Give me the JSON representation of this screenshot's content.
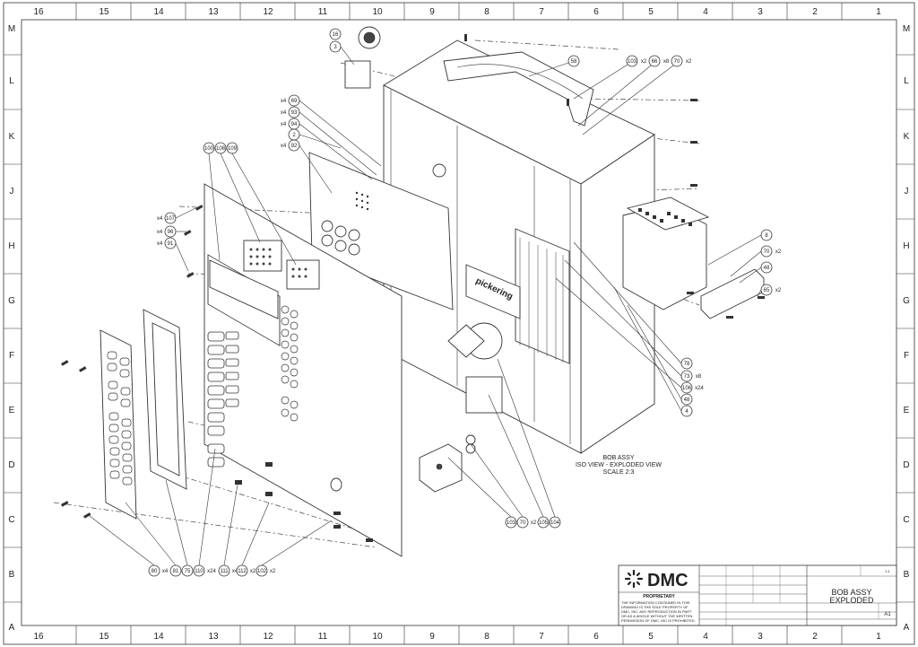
{
  "border": {
    "columns_top": [
      "16",
      "15",
      "14",
      "13",
      "12",
      "11",
      "10",
      "9",
      "8",
      "7",
      "6",
      "5",
      "4",
      "3",
      "2",
      "1"
    ],
    "columns_bottom": [
      "16",
      "15",
      "14",
      "13",
      "12",
      "11",
      "10",
      "9",
      "8",
      "7",
      "6",
      "5",
      "4",
      "3",
      "2",
      "1"
    ],
    "rows_left": [
      "M",
      "L",
      "K",
      "J",
      "H",
      "G",
      "F",
      "E",
      "D",
      "C",
      "B",
      "A"
    ],
    "rows_right": [
      "M",
      "L",
      "K",
      "J",
      "H",
      "G",
      "F",
      "E",
      "D",
      "C",
      "B",
      "A"
    ]
  },
  "view_note": {
    "line1": "BOB ASSY",
    "line2": "ISO VIEW - EXPLODED VIEW",
    "line3": "SCALE 2:3"
  },
  "panel_brand": "pickering",
  "balloons": {
    "b16": "16",
    "b3": "3",
    "b58": "58",
    "b103": "103",
    "b103q": "x2",
    "b66": "66",
    "b66q": "x8",
    "b70": "70",
    "b70q": "x2",
    "b69": "69",
    "b69q": "x4",
    "b93": "93",
    "b93q": "x4",
    "b94": "94",
    "b94q": "x4",
    "b2": "2",
    "b92": "92",
    "b92q": "x4",
    "b100": "100",
    "b108": "108",
    "b109": "109",
    "b107": "107",
    "b107q": "x4",
    "b96": "96",
    "b96q": "x4",
    "b91": "91",
    "b91q": "x4",
    "b8": "8",
    "b70r": "70",
    "b70rq": "x2",
    "b48": "48",
    "b65": "65",
    "b65q": "x2",
    "b78": "78",
    "b73": "73",
    "b73q": "x8",
    "b106": "106",
    "b106q": "x24",
    "b48b": "48",
    "b4": "4",
    "b103b": "103",
    "b70b": "70",
    "b70bq": "x2",
    "b105": "105",
    "b104": "104",
    "b80": "80",
    "b80q": "x4",
    "b81": "81",
    "b75": "75",
    "b110": "110",
    "b110q": "x24",
    "b111": "111",
    "b111q": "x4",
    "b112": "112",
    "b112q": "x2",
    "b102": "102",
    "b102q": "x2"
  },
  "title_block": {
    "logo": "DMC",
    "proprietary_heading": "PROPRIETARY",
    "proprietary_text": [
      "THE INFORMATION CONTAINED IN THIS",
      "DRAWING IS THE SOLE PROPERTY OF",
      "DMC, INC. ANY REPRODUCTION IN PART",
      "OR AS A WHOLE WITHOUT THE WRITTEN",
      "PERMISSION OF DMC, INC IS PROHIBITED."
    ],
    "title_line1": "BOB ASSY",
    "title_line2": "EXPLODED",
    "size": "A1",
    "sheet_scale": "1:1"
  }
}
